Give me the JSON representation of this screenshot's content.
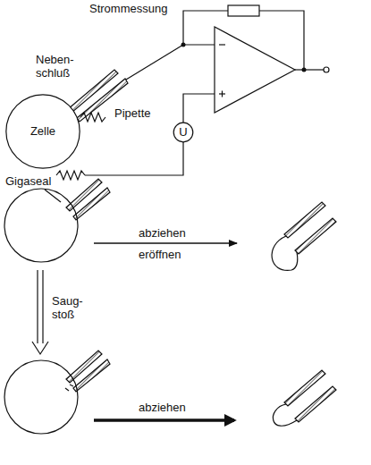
{
  "diagram": {
    "nodes": [
      {
        "text": [
          "Zelle"
        ]
      },
      {
        "text": [
          "U"
        ]
      }
    ],
    "labels": [
      "Strommessung",
      "Neben- schluß",
      "Pipette",
      "Gigaseal",
      "abziehen",
      "eröffnen",
      "Saug- stoß",
      "abziehen"
    ]
  }
}
